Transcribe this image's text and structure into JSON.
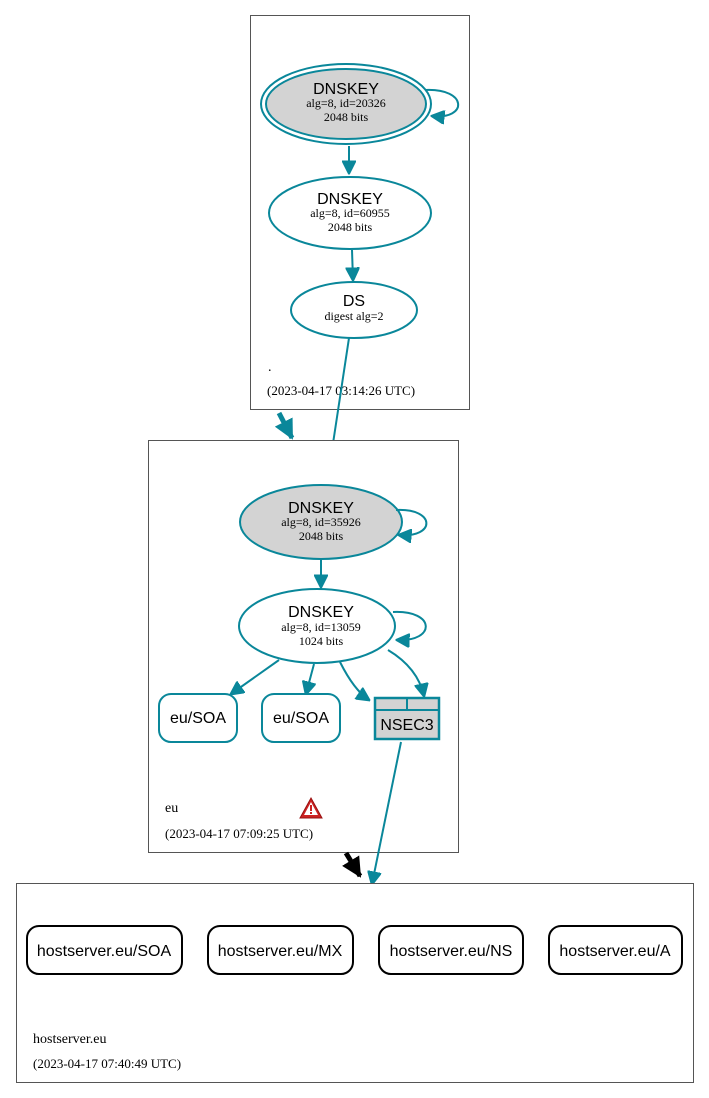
{
  "zones": {
    "root": {
      "name": ".",
      "timestamp": "(2023-04-17 03:14:26 UTC)",
      "ksk": {
        "title": "DNSKEY",
        "detail": "alg=8, id=20326",
        "bits": "2048 bits"
      },
      "zsk": {
        "title": "DNSKEY",
        "detail": "alg=8, id=60955",
        "bits": "2048 bits"
      },
      "ds": {
        "title": "DS",
        "detail": "digest alg=2"
      }
    },
    "eu": {
      "name": "eu",
      "timestamp": "(2023-04-17 07:09:25 UTC)",
      "ksk": {
        "title": "DNSKEY",
        "detail": "alg=8, id=35926",
        "bits": "2048 bits"
      },
      "zsk": {
        "title": "DNSKEY",
        "detail": "alg=8, id=13059",
        "bits": "1024 bits"
      },
      "soa1": "eu/SOA",
      "soa2": "eu/SOA",
      "nsec3": "NSEC3",
      "warning_icon": "warning-triangle-icon"
    },
    "hostserver": {
      "name": "hostserver.eu",
      "timestamp": "(2023-04-17 07:40:49 UTC)",
      "records": [
        "hostserver.eu/SOA",
        "hostserver.eu/MX",
        "hostserver.eu/NS",
        "hostserver.eu/A"
      ]
    }
  },
  "colors": {
    "edge": "#0a879a",
    "ksk_fill": "#d3d3d3",
    "warning": "#cc2222"
  }
}
